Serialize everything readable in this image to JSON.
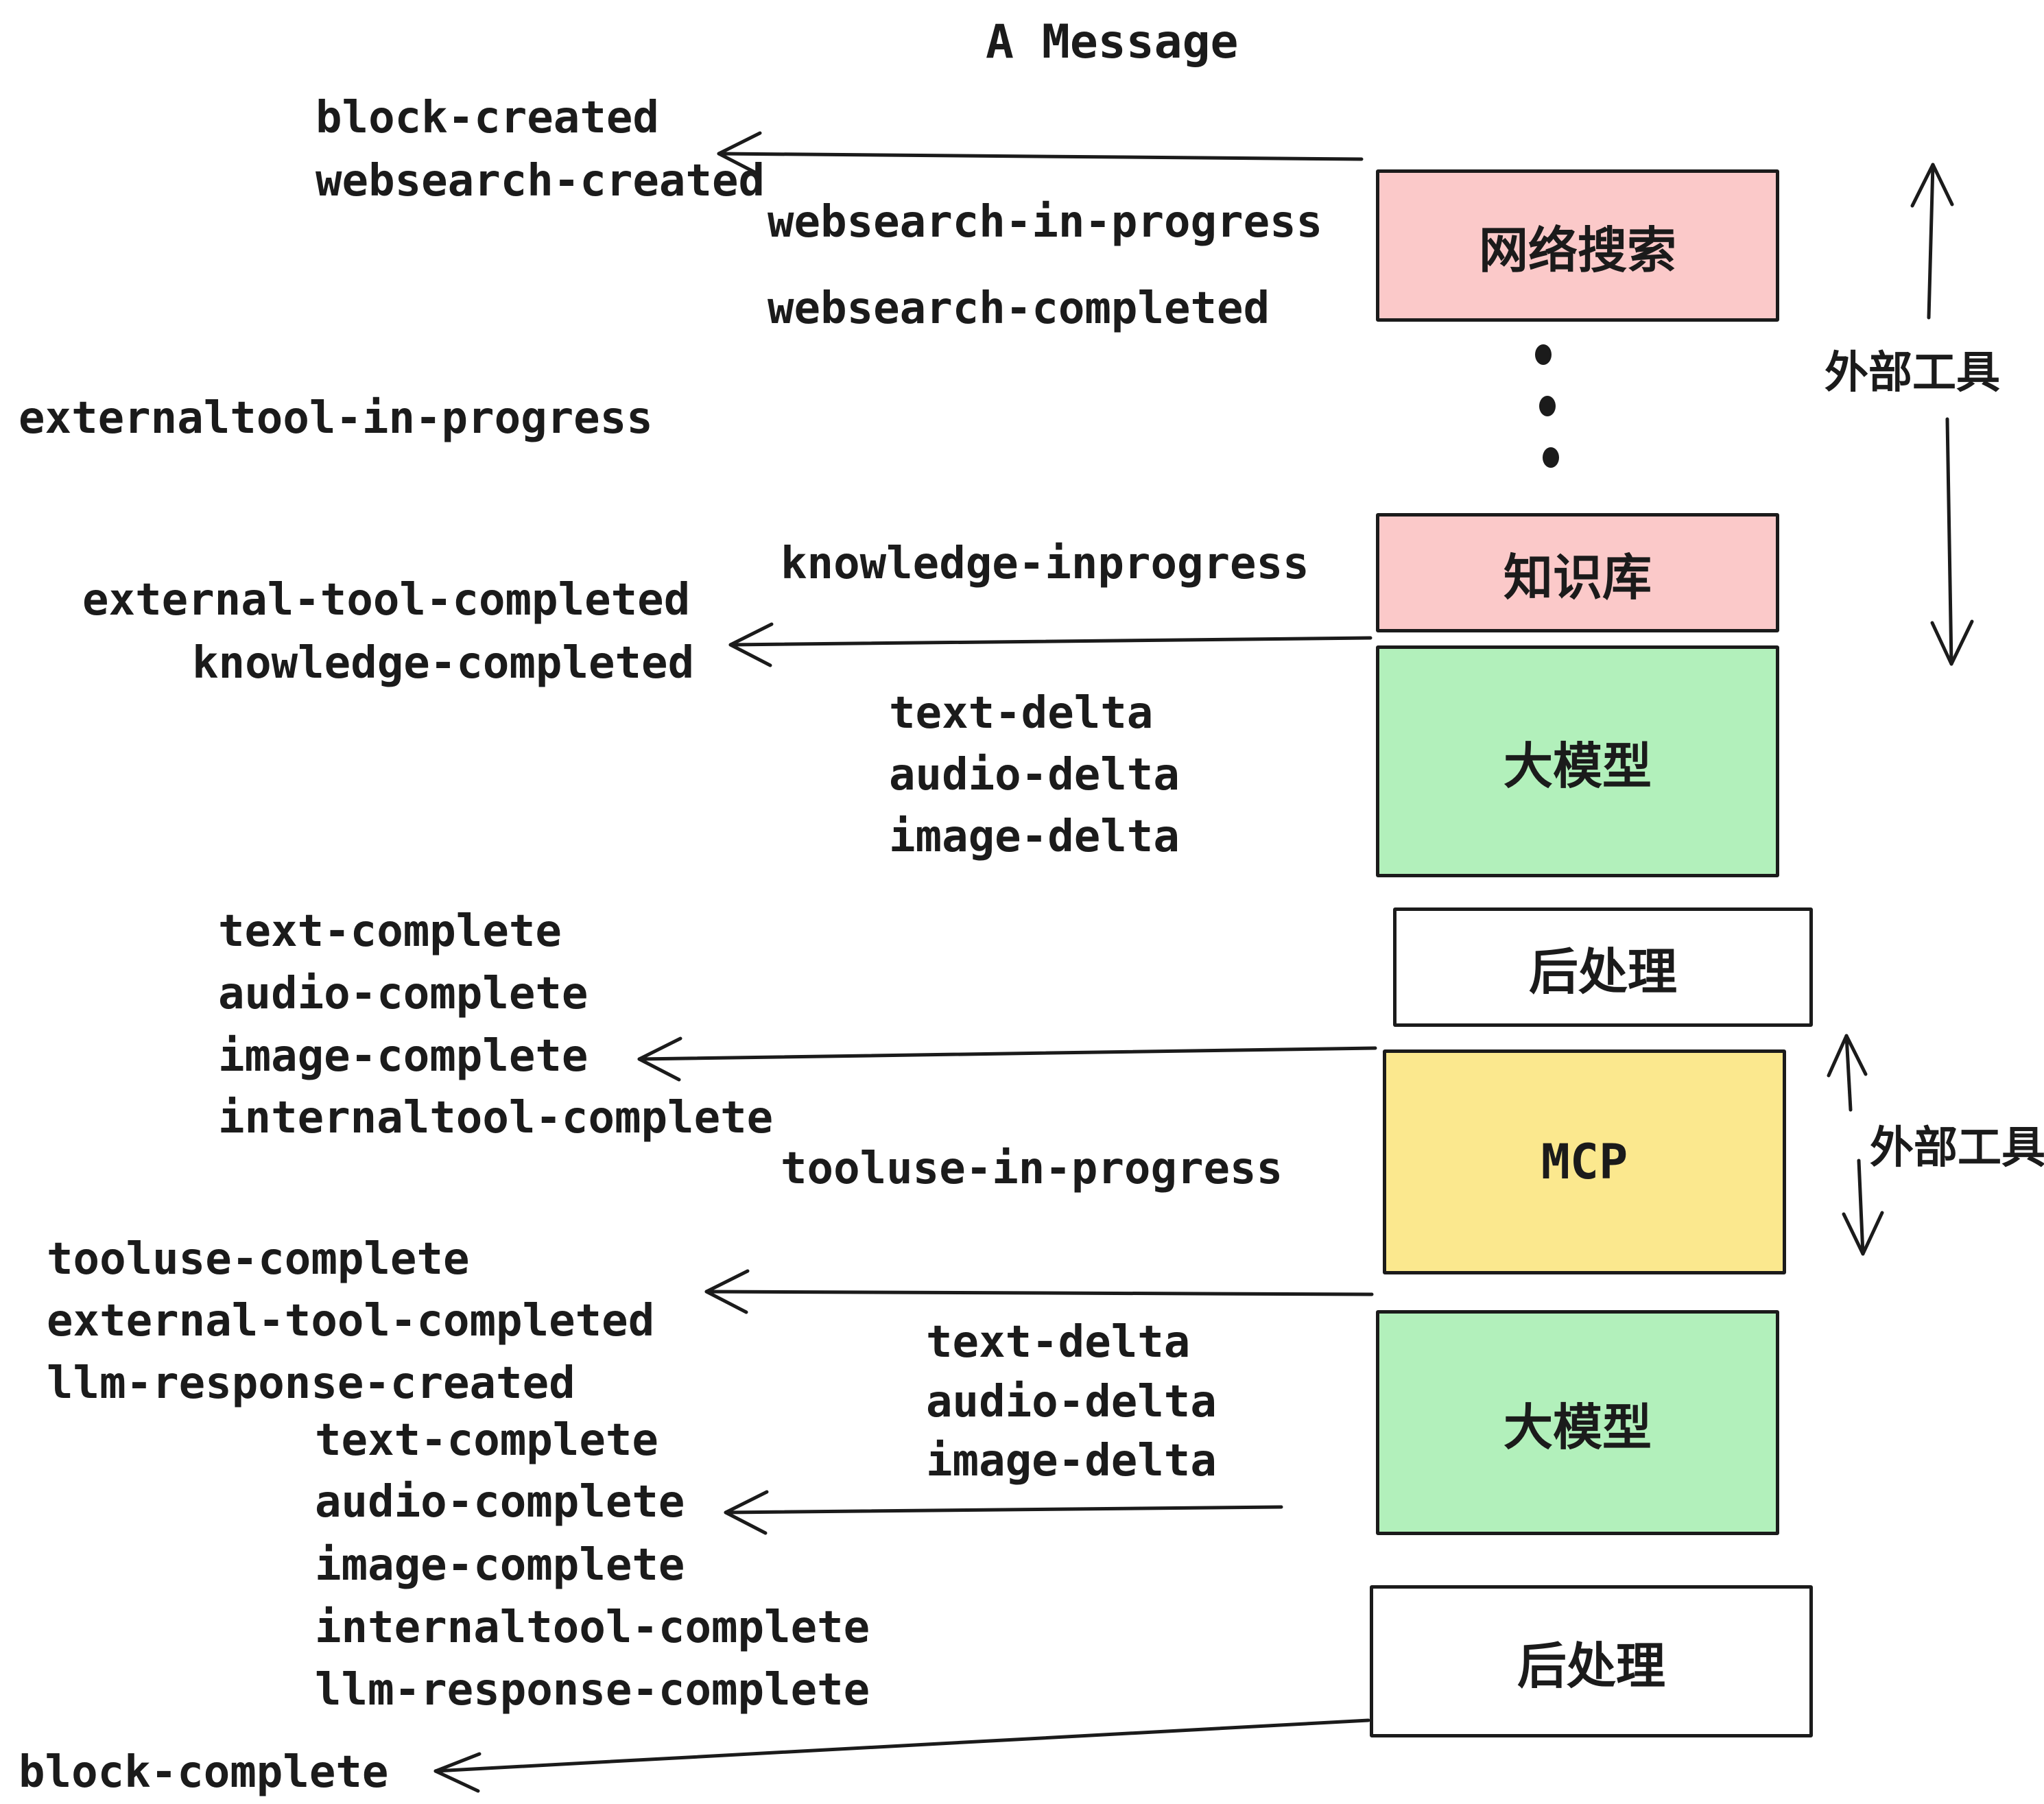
{
  "title": "A Message",
  "colors": {
    "pink": "#fbc9c9",
    "green": "#b2f0bb",
    "yellow": "#fbe88e",
    "white": "#ffffff",
    "ink": "#1b1b1b"
  },
  "boxes": [
    {
      "id": "websearch",
      "label": "网络搜索",
      "color": "pink"
    },
    {
      "id": "knowledge",
      "label": "知识库",
      "color": "pink"
    },
    {
      "id": "llm-1",
      "label": "大模型",
      "color": "green"
    },
    {
      "id": "postprocess-1",
      "label": "后处理",
      "color": "white"
    },
    {
      "id": "mcp",
      "label": "MCP",
      "color": "yellow"
    },
    {
      "id": "llm-2",
      "label": "大模型",
      "color": "green"
    },
    {
      "id": "postprocess-2",
      "label": "后处理",
      "color": "white"
    }
  ],
  "side_labels": [
    {
      "text": "外部工具"
    },
    {
      "text": "外部工具"
    }
  ],
  "events": [
    {
      "text": "block-created"
    },
    {
      "text": "websearch-created"
    },
    {
      "text": "websearch-in-progress"
    },
    {
      "text": "websearch-completed"
    },
    {
      "text": "externaltool-in-progress"
    },
    {
      "text": "knowledge-inprogress"
    },
    {
      "text": "external-tool-completed"
    },
    {
      "text": "knowledge-completed"
    },
    {
      "text": "text-delta"
    },
    {
      "text": "audio-delta"
    },
    {
      "text": "image-delta"
    },
    {
      "text": "text-complete"
    },
    {
      "text": "audio-complete"
    },
    {
      "text": "image-complete"
    },
    {
      "text": "internaltool-complete"
    },
    {
      "text": "tooluse-in-progress"
    },
    {
      "text": "tooluse-complete"
    },
    {
      "text": "external-tool-completed"
    },
    {
      "text": "llm-response-created"
    },
    {
      "text": "text-complete"
    },
    {
      "text": "audio-complete"
    },
    {
      "text": "image-complete"
    },
    {
      "text": "internaltool-complete"
    },
    {
      "text": "llm-response-complete"
    },
    {
      "text": "block-complete"
    }
  ]
}
